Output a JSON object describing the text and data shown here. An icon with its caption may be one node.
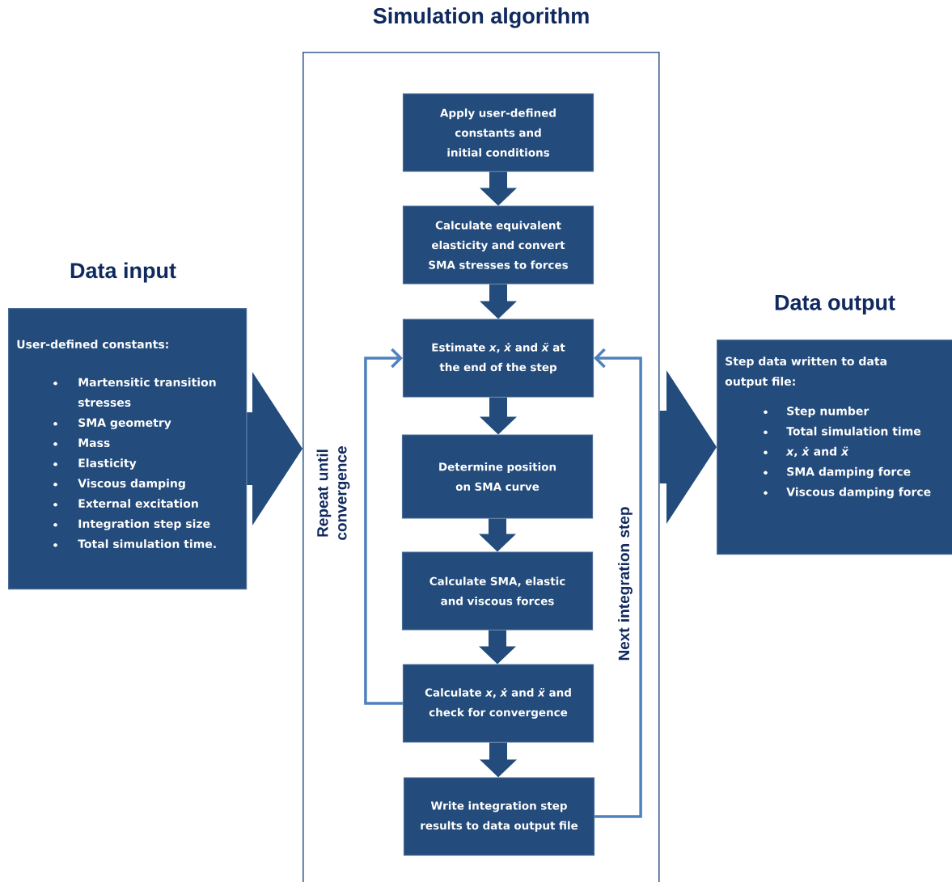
{
  "diagram": {
    "nodes": [
      {
        "text": [
          "Data input",
          "User-defined constants:",
          "Martensitic transition stresses",
          "SMA geometry",
          "Mass",
          "Elasticity",
          "Viscous damping",
          "External excitation",
          "Integration step size",
          "Total simulation time."
        ]
      },
      {
        "text": [
          "Simulation algorithm"
        ]
      },
      {
        "text": [
          "Apply user-defined constants and initial conditions"
        ],
        "in": 1
      },
      {
        "text": [
          "Calculate equivalent elasticity and convert SMA stresses to forces"
        ],
        "in": 1
      },
      {
        "text": [
          "Estimate *x*, *ẋ* and *ẍ* at the end of the step"
        ],
        "in": 1
      },
      {
        "text": [
          "Determine position on SMA curve"
        ],
        "in": 1
      },
      {
        "text": [
          "Calculate SMA, elastic and viscous forces"
        ],
        "in": 1
      },
      {
        "text": [
          "Calculate *x*, *ẋ* and *ẍ* and check for convergence"
        ],
        "in": 1
      },
      {
        "text": [
          "Write integration step results to data output file"
        ],
        "in": 1
      },
      {
        "text": [
          "Data output",
          "Step data written to data output file:",
          "Step number",
          "Total simulation time",
          "*x*, *ẋ* and *ẍ*",
          "SMA damping force",
          "Viscous damping force"
        ]
      }
    ],
    "edges": [
      {
        "from": 0,
        "to": 1,
        "arrow": "to",
        "style": "thick"
      },
      {
        "from": 1,
        "to": 9,
        "arrow": "to",
        "style": "thick"
      },
      {
        "from": 2,
        "to": 3,
        "arrow": "to"
      },
      {
        "from": 3,
        "to": 4,
        "arrow": "to"
      },
      {
        "from": 4,
        "to": 5,
        "arrow": "to"
      },
      {
        "from": 5,
        "to": 6,
        "arrow": "to"
      },
      {
        "from": 6,
        "to": 7,
        "arrow": "to"
      },
      {
        "from": 7,
        "to": 8,
        "arrow": "to"
      },
      {
        "from": 7,
        "to": 4,
        "arrow": "to",
        "label": "Repeat until convergence",
        "color": "#4f81bd"
      },
      {
        "from": 8,
        "to": 4,
        "arrow": "to",
        "label": "Next integration step",
        "color": "#4f81bd"
      }
    ]
  }
}
